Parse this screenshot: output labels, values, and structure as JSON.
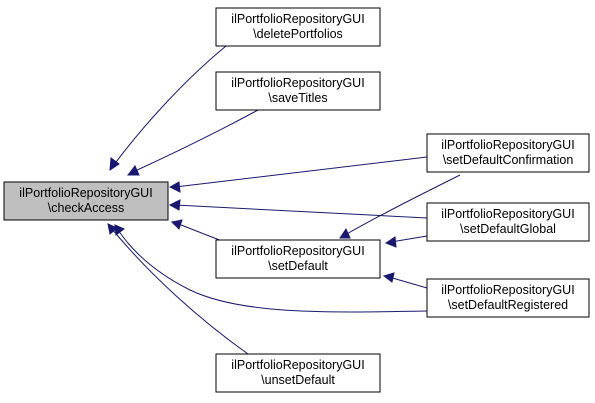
{
  "graph": {
    "nodes": {
      "checkAccess": {
        "line1": "ilPortfolioRepositoryGUI",
        "line2": "\\checkAccess",
        "focus": true
      },
      "deletePortfolios": {
        "line1": "ilPortfolioRepositoryGUI",
        "line2": "\\deletePortfolios"
      },
      "saveTitles": {
        "line1": "ilPortfolioRepositoryGUI",
        "line2": "\\saveTitles"
      },
      "setDefault": {
        "line1": "ilPortfolioRepositoryGUI",
        "line2": "\\setDefault"
      },
      "unsetDefault": {
        "line1": "ilPortfolioRepositoryGUI",
        "line2": "\\unsetDefault"
      },
      "setDefaultConfirmation": {
        "line1": "ilPortfolioRepositoryGUI",
        "line2": "\\setDefaultConfirmation"
      },
      "setDefaultGlobal": {
        "line1": "ilPortfolioRepositoryGUI",
        "line2": "\\setDefaultGlobal"
      },
      "setDefaultRegistered": {
        "line1": "ilPortfolioRepositoryGUI",
        "line2": "\\setDefaultRegistered"
      }
    },
    "edges": [
      {
        "from": "deletePortfolios",
        "to": "checkAccess"
      },
      {
        "from": "saveTitles",
        "to": "checkAccess"
      },
      {
        "from": "setDefault",
        "to": "checkAccess"
      },
      {
        "from": "unsetDefault",
        "to": "checkAccess"
      },
      {
        "from": "setDefaultConfirmation",
        "to": "checkAccess"
      },
      {
        "from": "setDefaultGlobal",
        "to": "checkAccess"
      },
      {
        "from": "setDefaultRegistered",
        "to": "checkAccess"
      },
      {
        "from": "setDefaultConfirmation",
        "to": "setDefault"
      },
      {
        "from": "setDefaultGlobal",
        "to": "setDefault"
      },
      {
        "from": "setDefaultRegistered",
        "to": "setDefault"
      }
    ],
    "colors": {
      "edge": "#191970",
      "focus_fill": "#bfbfbf",
      "node_fill": "#ffffff",
      "border": "#000000"
    }
  }
}
